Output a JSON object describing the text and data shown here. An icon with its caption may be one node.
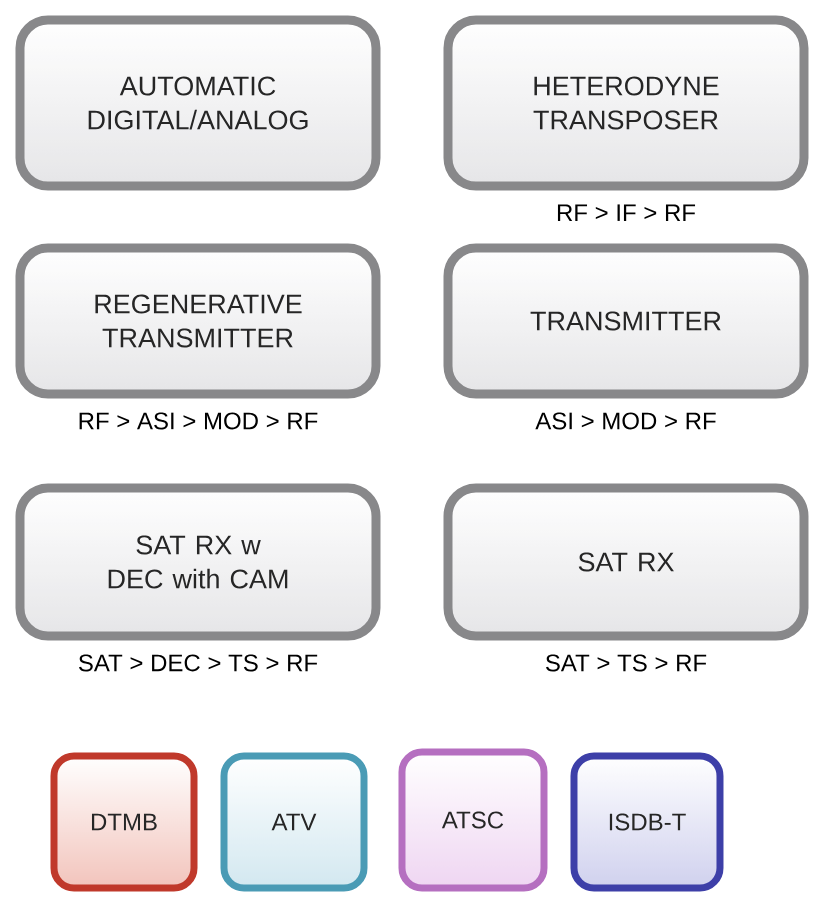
{
  "diagram": {
    "nodes": [
      {
        "text": [
          "AUTOMATIC DIGITAL/ANALOG"
        ]
      },
      {
        "text": [
          "HETERODYNE TRANSPOSER"
        ],
        "beside": [
          "RF > IF > RF"
        ]
      },
      {
        "text": [
          "REGENERATIVE TRANSMITTER"
        ],
        "beside": [
          "RF > ASI > MOD > RF"
        ]
      },
      {
        "text": [
          "TRANSMITTER"
        ],
        "beside": [
          "ASI > MOD > RF"
        ]
      },
      {
        "text": [
          "SAT RX w DEC with CAM"
        ],
        "beside": [
          "SAT > DEC > TS > RF"
        ]
      },
      {
        "text": [
          "SAT RX"
        ],
        "beside": [
          "SAT > TS > RF"
        ]
      },
      {
        "text": [
          "DTMB"
        ]
      },
      {
        "text": [
          "ATV"
        ]
      },
      {
        "text": [
          "ATSC"
        ]
      },
      {
        "text": [
          "ISDB-T"
        ]
      }
    ]
  }
}
